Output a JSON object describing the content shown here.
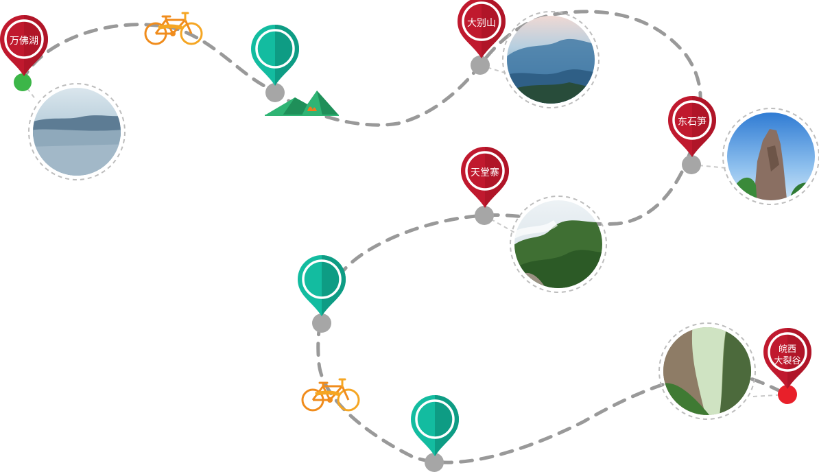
{
  "route": {
    "stops": [
      {
        "id": "wanfohu",
        "lines": [
          "万佛湖"
        ],
        "kind": "scenic"
      },
      {
        "id": "dabieshan",
        "lines": [
          "大别山"
        ],
        "kind": "scenic"
      },
      {
        "id": "dongshisun",
        "lines": [
          "东石笋"
        ],
        "kind": "scenic"
      },
      {
        "id": "tiantangzhai",
        "lines": [
          "天堂寨"
        ],
        "kind": "scenic"
      },
      {
        "id": "wanxi-daliegu",
        "lines": [
          "皖西",
          "大裂谷"
        ],
        "kind": "scenic"
      }
    ],
    "waypoints": [
      {
        "id": "wp-1",
        "kind": "waypoint"
      },
      {
        "id": "wp-2",
        "kind": "waypoint"
      },
      {
        "id": "wp-3",
        "kind": "waypoint"
      }
    ],
    "bikes": [
      {
        "id": "bike-1"
      },
      {
        "id": "bike-2"
      }
    ]
  },
  "colors": {
    "pin_red": "#c0192e",
    "pin_red_dark": "#a31325",
    "pin_teal": "#13bca0",
    "pin_teal_dark": "#0e9c84",
    "dot_gray": "#a6a6a6",
    "path_gray": "#999999",
    "start_green": "#3cb648",
    "end_red": "#e8202a",
    "bike_orange": "#f5a623",
    "mountain_green": "#2fb474"
  }
}
